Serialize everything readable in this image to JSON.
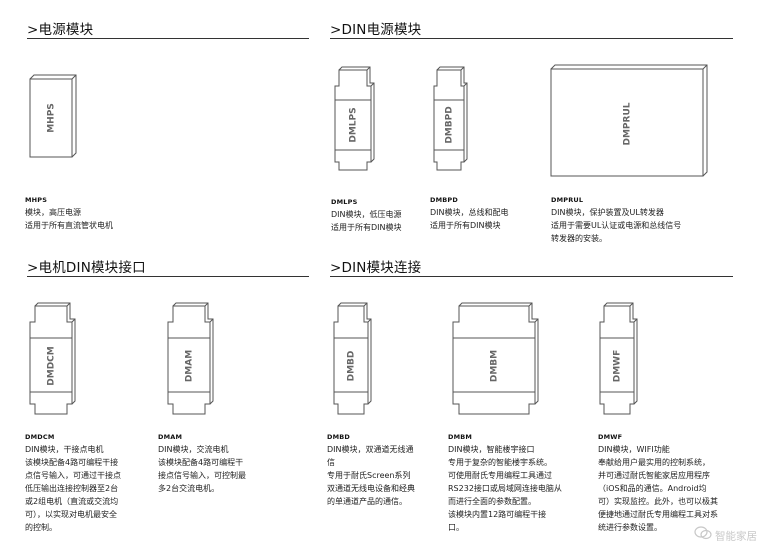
{
  "sections": {
    "power": ">电源模块",
    "din_power": ">DIN电源模块",
    "motor": ">电机DIN模块接口",
    "din_link": ">DIN模块连接"
  },
  "modules": {
    "mhps": {
      "label": "MHPS",
      "code": "MHPS",
      "desc": "模块，高压电源\n适用于所有直流管状电机"
    },
    "dmlps": {
      "label": "DMLPS",
      "code": "DMLPS",
      "desc": "DIN模块，低压电源\n适用于所有DIN模块"
    },
    "dmbpd": {
      "label": "DMBPD",
      "code": "DMBPD",
      "desc": "DIN模块，总线和配电\n适用于所有DIN模块"
    },
    "dmprul": {
      "label": "DMPRUL",
      "code": "DMPRUL",
      "desc": "DIN模块，保护装置及UL转发器\n适用于需要UL认证或电源和总线信号\n转发器的安装。"
    },
    "dmdcm": {
      "label": "DMDCM",
      "code": "DMDCM",
      "desc": "DIN模块，干接点电机\n该模块配备4路可编程干接\n点信号输入，可通过干接点\n低压输出连接控制器至2台\n或2组电机（直流或交流均\n可），以实现对电机最安全\n的控制。"
    },
    "dmam": {
      "label": "DMAM",
      "code": "DMAM",
      "desc": "DIN模块，交流电机\n该模块配备4路可编程干\n接点信号输入，可控制最\n多2台交流电机。"
    },
    "dmbd": {
      "label": "DMBD",
      "code": "DMBD",
      "desc": "DIN模块，双通道无线通\n信\n专用于耐氏Screen系列\n双通道无线电设备和经典\n的单通道产品的通信。"
    },
    "dmbm": {
      "label": "DMBM",
      "code": "DMBM",
      "desc": "DIN模块，智能楼宇接口\n专用于复杂的智能楼宇系统。\n可使用耐氏专用编程工具通过\nRS232接口或局域网连接电脑从\n而进行全面的参数配置。\n该模块内置12路可编程干接\n口。"
    },
    "dmwf": {
      "label": "DMWF",
      "code": "DMWF",
      "desc": "DIN模块，WIFI功能\n奉献给用户最实用的控制系统，\n并可通过耐氏智能家居应用程序\n（iOS和品的通信。Android均\n可）实现监控。此外，也可以极其\n便捷地通过耐氏专用编程工具对系\n统进行参数设置。"
    }
  },
  "watermark": "智能家居",
  "colors": {
    "outline": "#555555",
    "text": "#222222",
    "rule": "#333333",
    "background": "#ffffff"
  }
}
